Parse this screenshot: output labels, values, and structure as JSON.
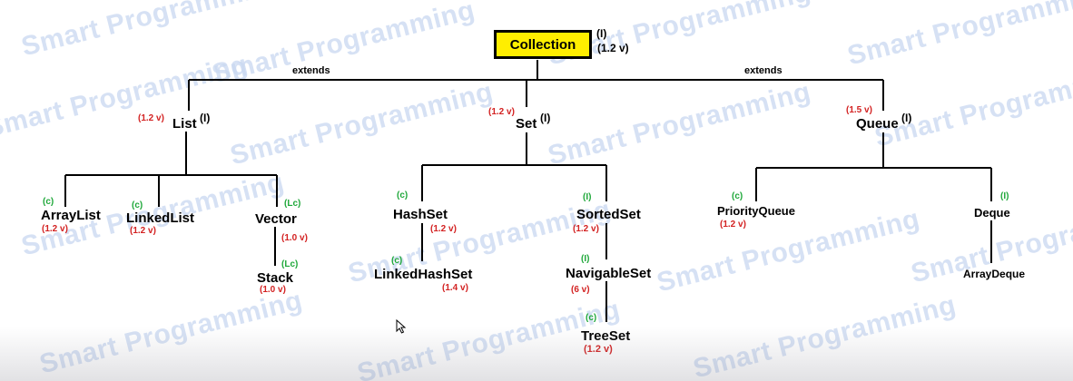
{
  "watermark": "Smart Programming",
  "root": {
    "name": "Collection",
    "type_mark": "(I)",
    "version": "(1.2 v)"
  },
  "edge_labels": {
    "left": "extends",
    "right": "extends"
  },
  "nodes": {
    "list": {
      "name": "List",
      "type_mark": "(I)",
      "version": "(1.2 v)"
    },
    "set": {
      "name": "Set",
      "type_mark": "(I)",
      "version": "(1.2 v)"
    },
    "queue": {
      "name": "Queue",
      "type_mark": "(I)",
      "version": "(1.5 v)"
    },
    "arraylist": {
      "name": "ArrayList",
      "type_mark": "(c)",
      "version": "(1.2 v)"
    },
    "linkedlist": {
      "name": "LinkedList",
      "type_mark": "(c)",
      "version": "(1.2 v)"
    },
    "vector": {
      "name": "Vector",
      "type_mark": "(Lc)",
      "version": "(1.0 v)"
    },
    "stack": {
      "name": "Stack",
      "type_mark": "(Lc)",
      "version": "(1.0 v)"
    },
    "hashset": {
      "name": "HashSet",
      "type_mark": "(c)",
      "version": "(1.2 v)"
    },
    "linkedhashset": {
      "name": "LinkedHashSet",
      "type_mark": "(c)",
      "version": "(1.4 v)"
    },
    "sortedset": {
      "name": "SortedSet",
      "type_mark": "(I)",
      "version": "(1.2 v)"
    },
    "navigableset": {
      "name": "NavigableSet",
      "type_mark": "(I)",
      "version": "(6 v)"
    },
    "treeset": {
      "name": "TreeSet",
      "type_mark": "(c)",
      "version": "(1.2 v)"
    },
    "priorityqueue": {
      "name": "PriorityQueue",
      "type_mark": "(c)",
      "version": "(1.2 v)"
    },
    "deque": {
      "name": "Deque",
      "type_mark": "(I)"
    },
    "arraydeque": {
      "name": "ArrayDeque"
    }
  }
}
